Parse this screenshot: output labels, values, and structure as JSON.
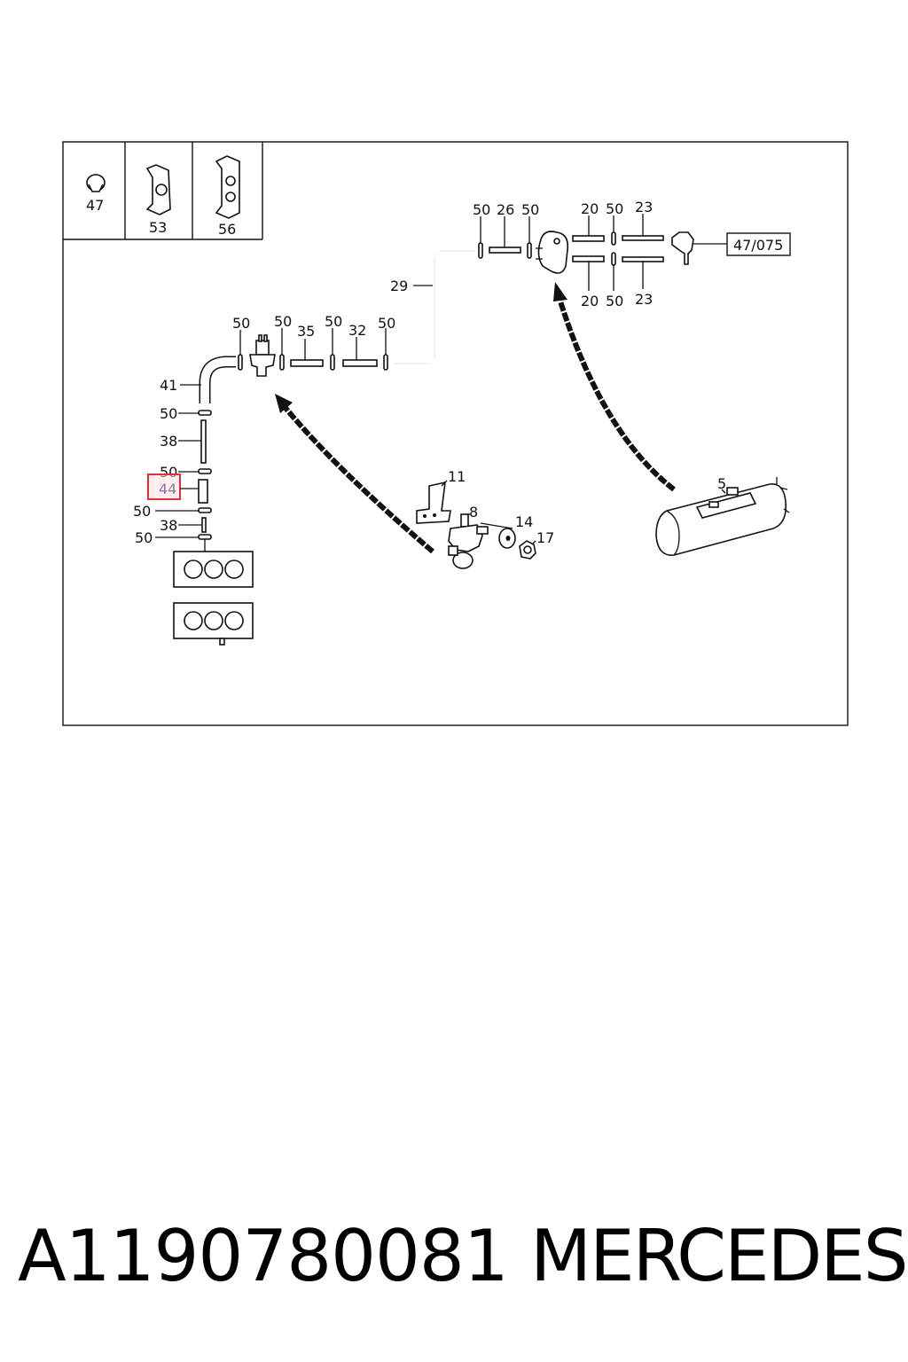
{
  "diagram": {
    "inset_labels": [
      "47",
      "53",
      "56"
    ],
    "callouts": {
      "top_row": [
        "50",
        "26",
        "50",
        "20",
        "50",
        "23"
      ],
      "bottom_row_right": [
        "20",
        "50",
        "23"
      ],
      "reference": "47/075",
      "line_29": "29",
      "mid_row": [
        "50",
        "50",
        "35",
        "50",
        "32",
        "50"
      ],
      "left_col": [
        "41",
        "50",
        "38",
        "50",
        "44",
        "50",
        "38",
        "50"
      ],
      "valve_group": [
        "11",
        "8",
        "14",
        "17"
      ],
      "tank": "5"
    },
    "highlight": {
      "label": "44",
      "color": "#e0303a"
    }
  },
  "caption": {
    "part_number": "A1190780081",
    "brand": "MERCEDES"
  }
}
